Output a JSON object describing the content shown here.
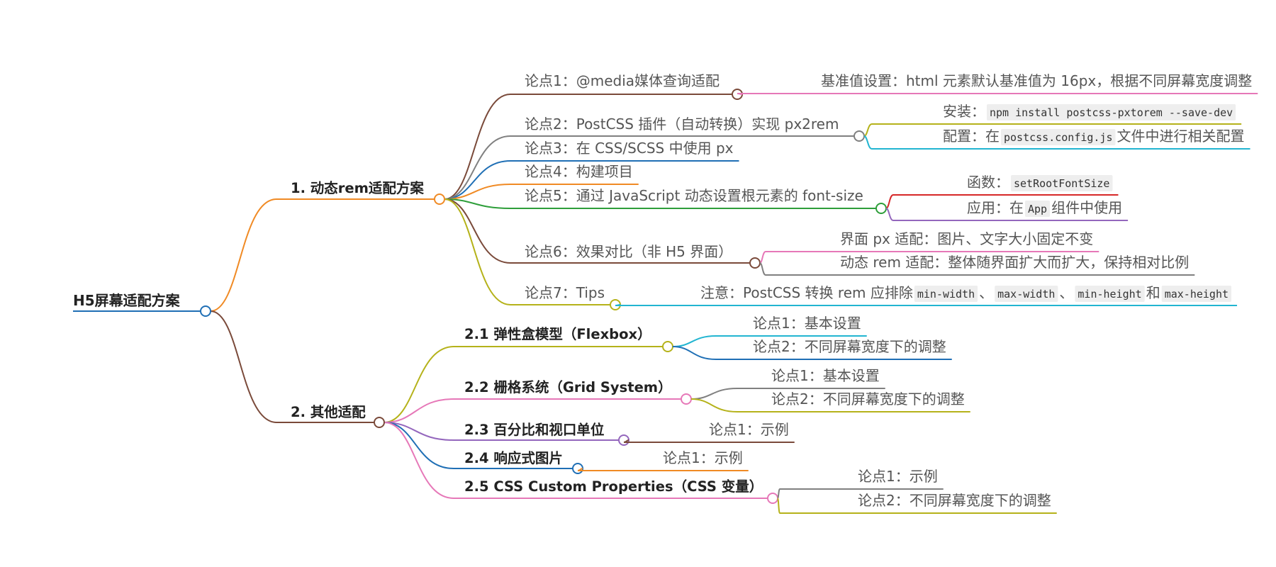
{
  "root": {
    "label": "H5屏幕适配方案",
    "color": "#1f6fb5"
  },
  "branches": [
    {
      "label": "1. 动态rem适配方案",
      "color": "#f08a24",
      "children": [
        {
          "color": "#7a4a3a",
          "segments": [
            {
              "t": "论点1：@media媒体查询适配"
            }
          ],
          "children": [
            {
              "color": "#e678b8",
              "segments": [
                {
                  "t": "基准值设置：html 元素默认基准值为 16px，根据不同屏幕宽度调整"
                }
              ]
            }
          ]
        },
        {
          "color": "#808080",
          "segments": [
            {
              "t": "论点2：PostCSS 插件（自动转换）实现 px2rem"
            }
          ],
          "children": [
            {
              "color": "#b5b21a",
              "segments": [
                {
                  "t": "安装："
                },
                {
                  "t": "npm install postcss-pxtorem --save-dev",
                  "code": true
                }
              ]
            },
            {
              "color": "#22b5d1",
              "segments": [
                {
                  "t": "配置：在"
                },
                {
                  "t": "postcss.config.js",
                  "code": true
                },
                {
                  "t": "文件中进行相关配置"
                }
              ]
            }
          ]
        },
        {
          "color": "#1f6fb5",
          "segments": [
            {
              "t": "论点3：在 CSS/SCSS 中使用 px"
            }
          ]
        },
        {
          "color": "#f08a24",
          "segments": [
            {
              "t": "论点4：构建项目"
            }
          ]
        },
        {
          "color": "#2e9e3a",
          "segments": [
            {
              "t": "论点5：通过 JavaScript 动态设置根元素的 font-size"
            }
          ],
          "children": [
            {
              "color": "#d62728",
              "segments": [
                {
                  "t": "函数："
                },
                {
                  "t": "setRootFontSize",
                  "code": true
                }
              ]
            },
            {
              "color": "#9467bd",
              "segments": [
                {
                  "t": "应用：在"
                },
                {
                  "t": "App",
                  "code": true
                },
                {
                  "t": "组件中使用"
                }
              ]
            }
          ]
        },
        {
          "color": "#7a4a3a",
          "segments": [
            {
              "t": "论点6：效果对比（非 H5 界面）"
            }
          ],
          "children": [
            {
              "color": "#e678b8",
              "segments": [
                {
                  "t": "界面 px 适配：图片、文字大小固定不变"
                }
              ]
            },
            {
              "color": "#808080",
              "segments": [
                {
                  "t": "动态 rem 适配：整体随界面扩大而扩大，保持相对比例"
                }
              ]
            }
          ]
        },
        {
          "color": "#b5b21a",
          "segments": [
            {
              "t": "论点7：Tips"
            }
          ],
          "children": [
            {
              "color": "#22b5d1",
              "segments": [
                {
                  "t": "注意：PostCSS 转换 rem 应排除"
                },
                {
                  "t": "min-width",
                  "code": true
                },
                {
                  "t": "、"
                },
                {
                  "t": "max-width",
                  "code": true
                },
                {
                  "t": "、"
                },
                {
                  "t": "min-height",
                  "code": true
                },
                {
                  "t": "和"
                },
                {
                  "t": "max-height",
                  "code": true
                }
              ]
            }
          ]
        }
      ]
    },
    {
      "label": "2. 其他适配",
      "color": "#7a4a3a",
      "children": [
        {
          "label": "2.1 弹性盒模型（Flexbox）",
          "color": "#b5b21a",
          "children": [
            {
              "color": "#22b5d1",
              "segments": [
                {
                  "t": "论点1：基本设置"
                }
              ]
            },
            {
              "color": "#1f6fb5",
              "segments": [
                {
                  "t": "论点2：不同屏幕宽度下的调整"
                }
              ]
            }
          ]
        },
        {
          "label": "2.2 栅格系统（Grid System）",
          "color": "#e678b8",
          "children": [
            {
              "color": "#808080",
              "segments": [
                {
                  "t": "论点1：基本设置"
                }
              ]
            },
            {
              "color": "#b5b21a",
              "segments": [
                {
                  "t": "论点2：不同屏幕宽度下的调整"
                }
              ]
            }
          ]
        },
        {
          "label": "2.3 百分比和视口单位",
          "color": "#9467bd",
          "children": [
            {
              "color": "#7a4a3a",
              "segments": [
                {
                  "t": "论点1：示例"
                }
              ]
            }
          ]
        },
        {
          "label": "2.4 响应式图片",
          "color": "#1f6fb5",
          "children": [
            {
              "color": "#f08a24",
              "segments": [
                {
                  "t": "论点1：示例"
                }
              ]
            }
          ]
        },
        {
          "label": "2.5 CSS Custom Properties（CSS 变量）",
          "color": "#e678b8",
          "children": [
            {
              "color": "#808080",
              "segments": [
                {
                  "t": "论点1：示例"
                }
              ]
            },
            {
              "color": "#b5b21a",
              "segments": [
                {
                  "t": "论点2：不同屏幕宽度下的调整"
                }
              ]
            }
          ]
        }
      ]
    }
  ]
}
